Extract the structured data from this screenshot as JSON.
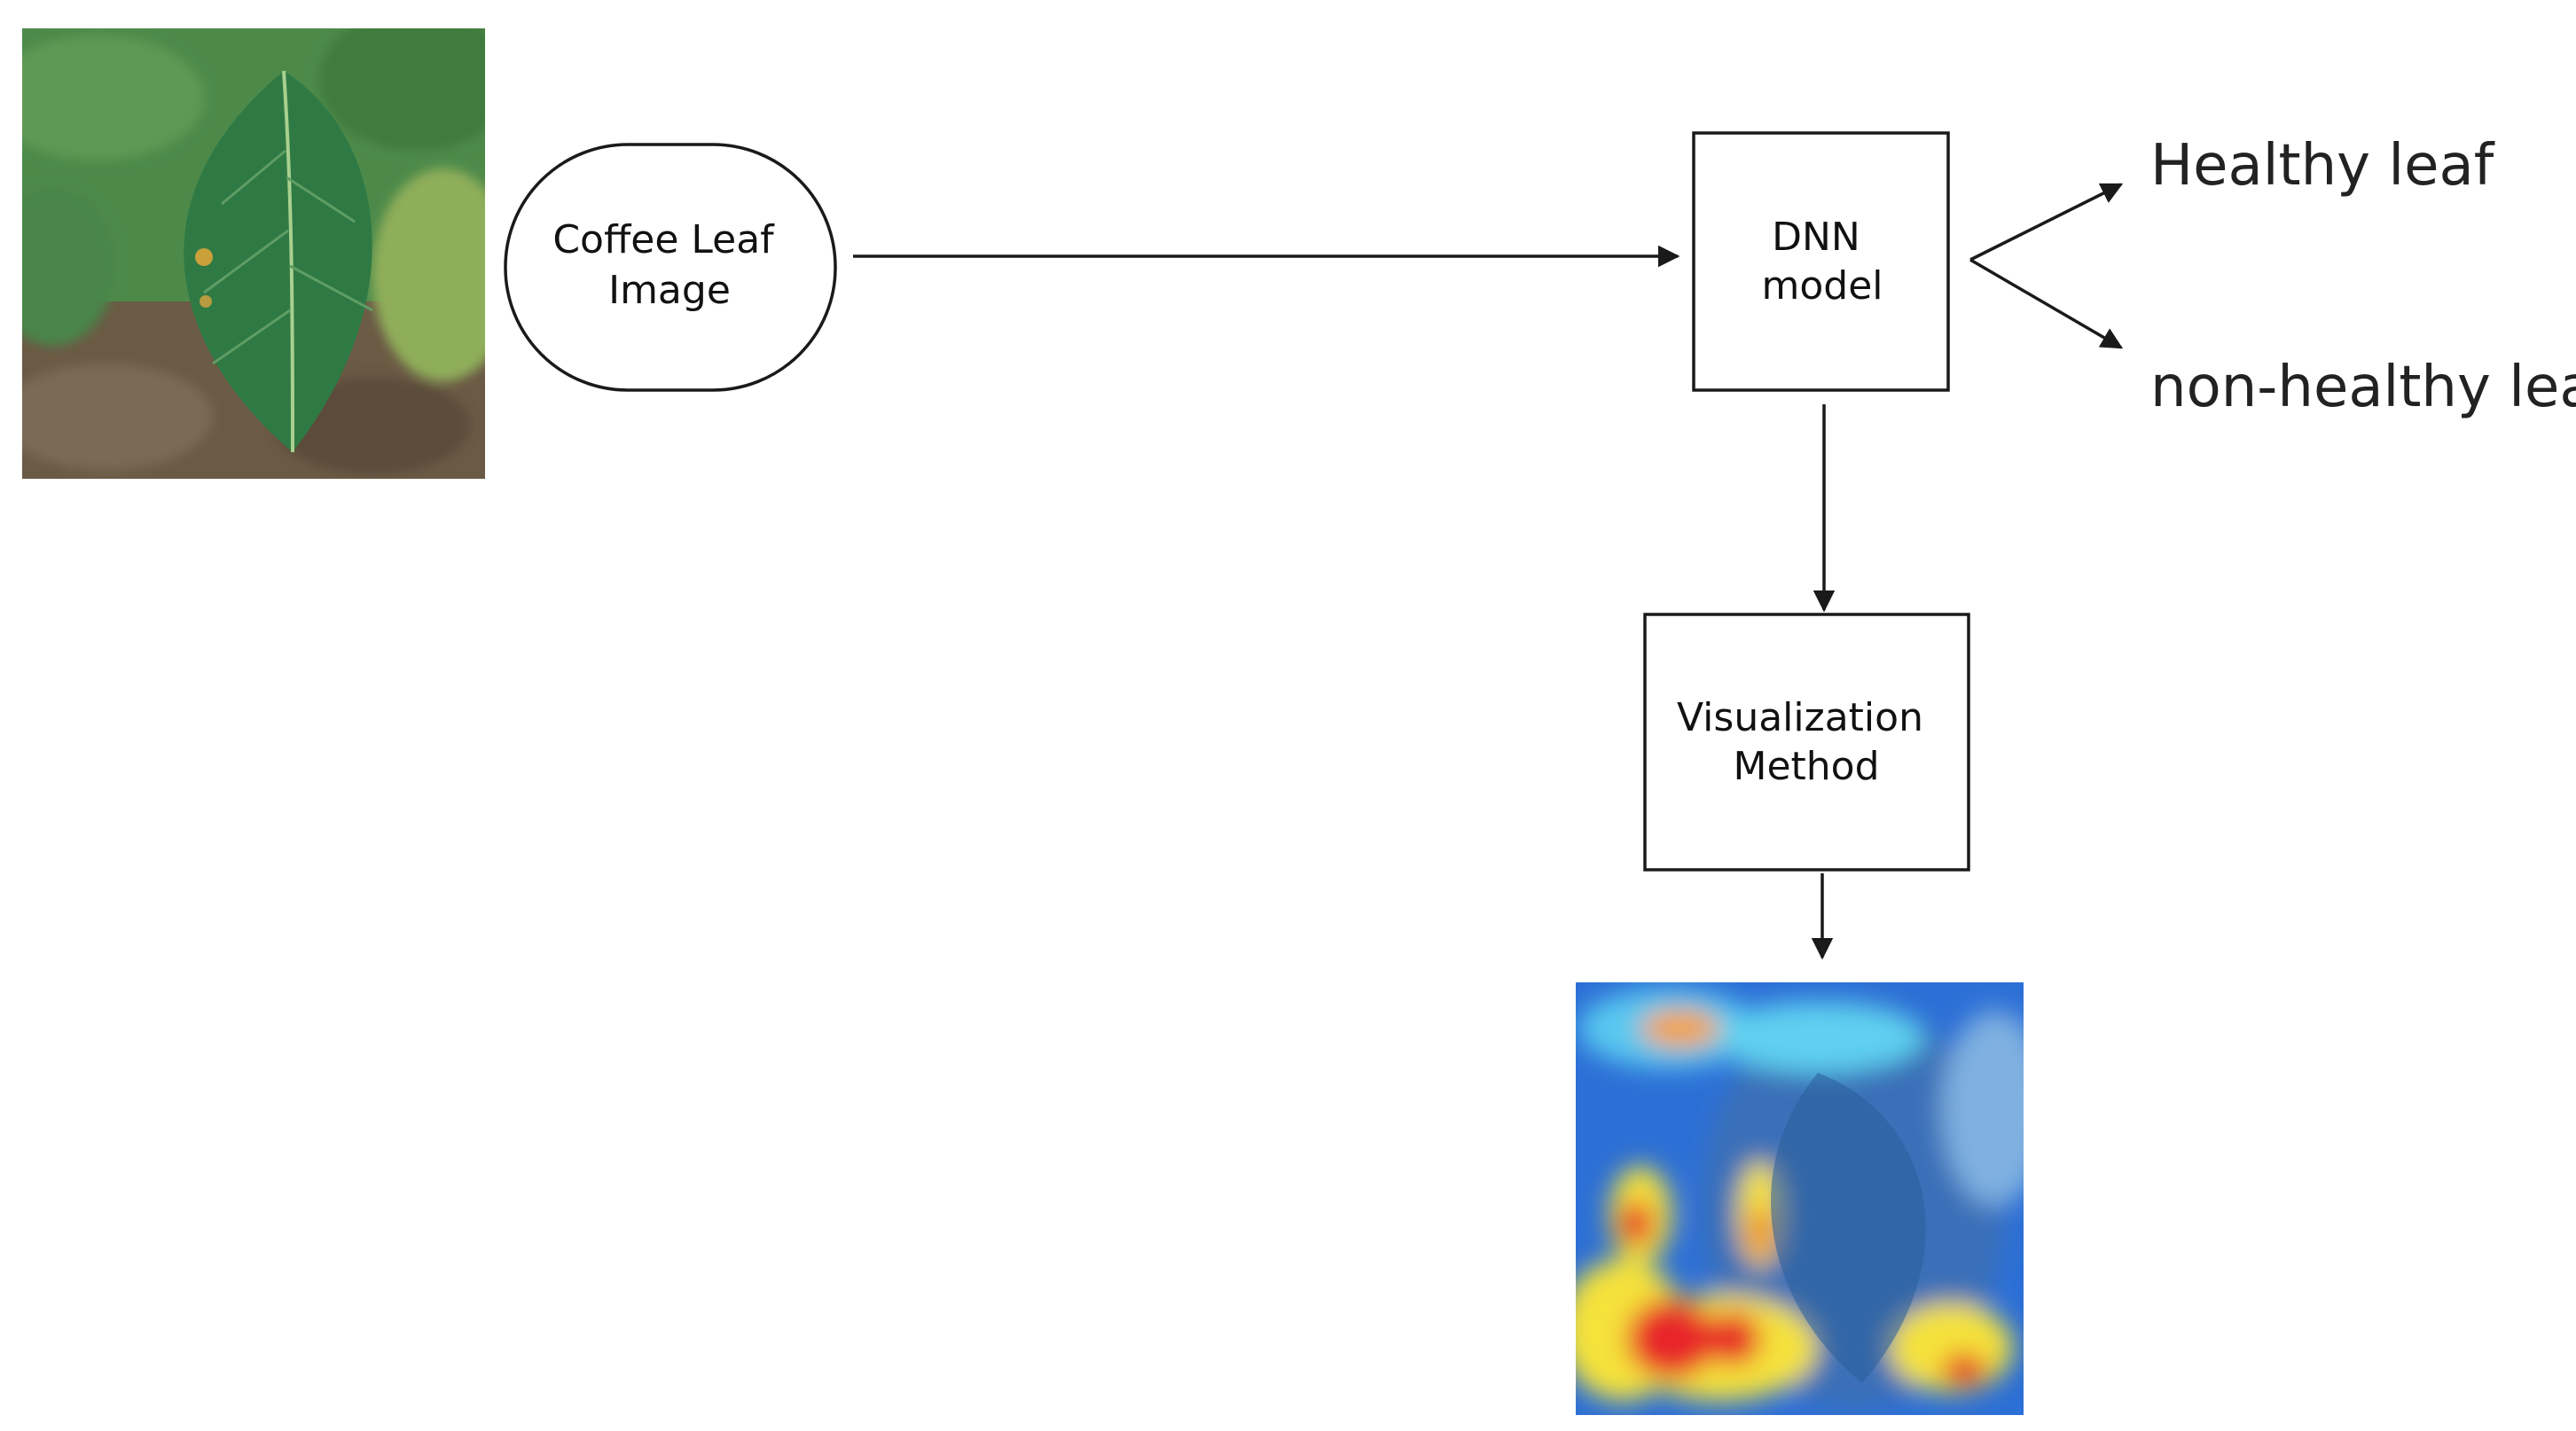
{
  "diagram": {
    "input": {
      "lines": [
        "Coffee Leaf",
        "Image"
      ]
    },
    "model": {
      "lines": [
        "DNN",
        "model"
      ]
    },
    "visualization": {
      "lines": [
        "Visualization",
        "Method"
      ]
    },
    "outputs": {
      "healthy": "Healthy leaf",
      "non_healthy": "non-healthy leaf"
    },
    "images": {
      "input_photo": "coffee-leaf-photo",
      "heatmap": "attention-heatmap-overlay"
    }
  },
  "colors": {
    "line": "#1a1a1a",
    "leaf": "#2f7a44",
    "soil": "#6b5a45",
    "heatmap_base": "#2c6fd6",
    "heat_hot": "#e8262a",
    "heat_warm": "#f5e23a"
  }
}
